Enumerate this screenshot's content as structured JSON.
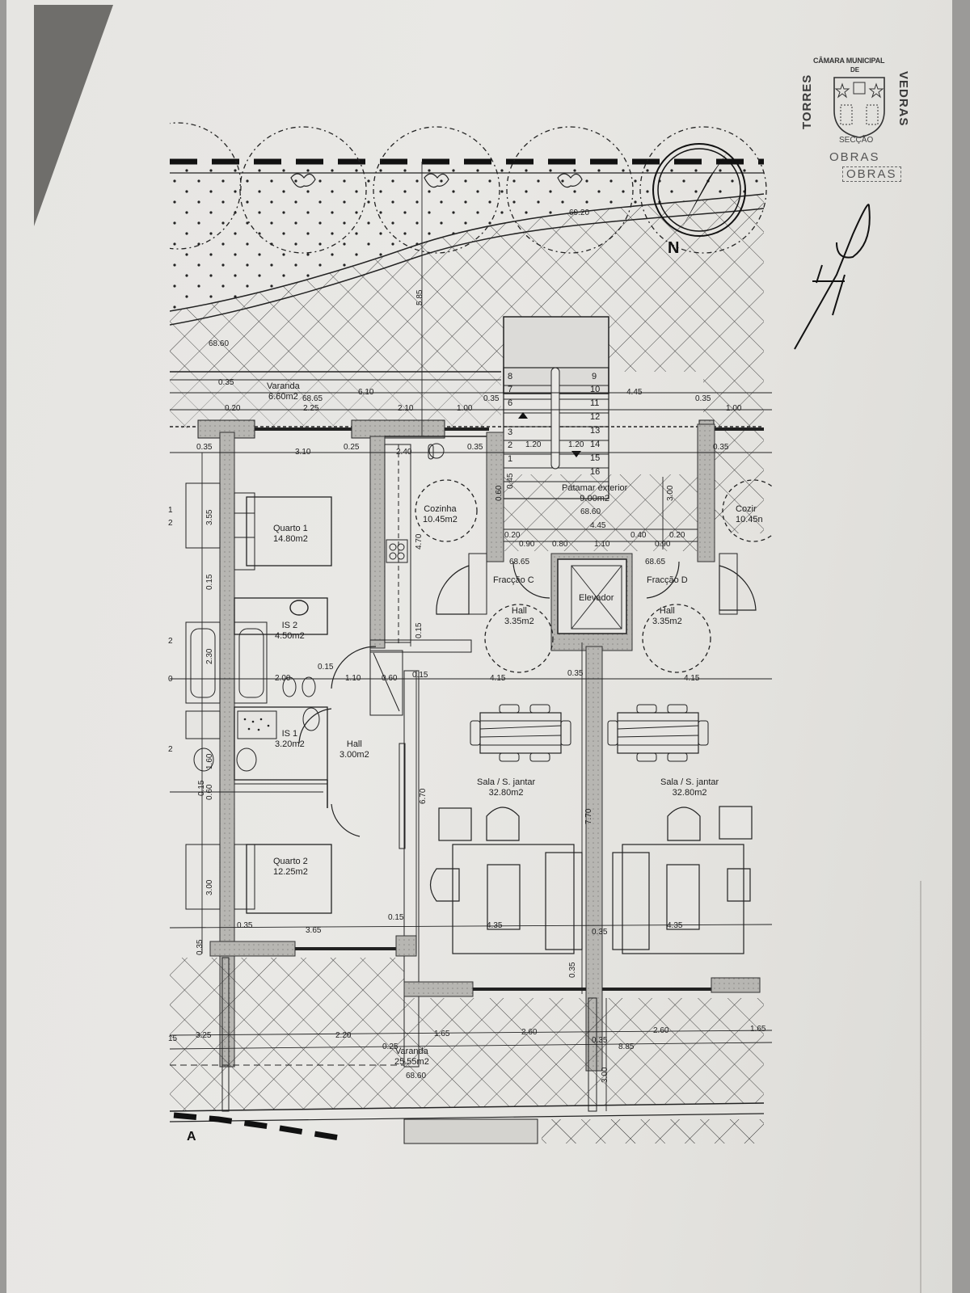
{
  "document": {
    "type": "architectural floor plan (photograph of printed sheet)",
    "stamp": {
      "top_line": "CÂMARA MUNICIPAL",
      "de": "DE",
      "left_vertical": "TORRES",
      "right_vertical": "VEDRAS",
      "center": "SECÇÃO",
      "line1": "OBRAS",
      "line2": "OBRAS"
    },
    "north_label": "N",
    "section_marker": "A",
    "site": {
      "elevation_top_curve": "69.20",
      "elevation_garden": "68.60",
      "vertical_dimension": "5.85"
    },
    "rooms": {
      "varanda_top": {
        "name": "Varanda",
        "area": "6.60m2",
        "level": "68.65"
      },
      "quarto1": {
        "name": "Quarto 1",
        "area": "14.80m2"
      },
      "cozinha": {
        "name": "Cozinha",
        "area": "10.45m2"
      },
      "cozinha_d": {
        "name": "Cozir",
        "area": "10.45n"
      },
      "is2": {
        "name": "IS 2",
        "area": "4.50m2"
      },
      "is1": {
        "name": "IS 1",
        "area": "3.20m2"
      },
      "hall_main": {
        "name": "Hall",
        "area": "3.00m2"
      },
      "quarto2": {
        "name": "Quarto 2",
        "area": "12.25m2"
      },
      "patamar": {
        "name": "Patamar exterior",
        "area": "9.00m2",
        "level": "68.60"
      },
      "fraccao_c": {
        "name": "Fracção C",
        "level": "68.65"
      },
      "fraccao_d": {
        "name": "Fracção D",
        "level": "68.65"
      },
      "elevador": {
        "name": "Elevador"
      },
      "hall_c": {
        "name": "Hall",
        "area": "3.35m2"
      },
      "hall_d": {
        "name": "Hall",
        "area": "3.35m2"
      },
      "sala_c": {
        "name": "Sala / S. jantar",
        "area": "32.80m2"
      },
      "sala_d": {
        "name": "Sala / S. jantar",
        "area": "32.80m2"
      },
      "varanda_bottom": {
        "name": "Varanda",
        "area": "25.55m2",
        "level": "68.60"
      }
    },
    "stairs": {
      "left_steps": [
        "8",
        "7",
        "6",
        "3",
        "2",
        "1"
      ],
      "right_steps": [
        "9",
        "10",
        "11",
        "12",
        "13",
        "14",
        "15",
        "16"
      ],
      "widths": [
        "1.20",
        "1.20"
      ]
    },
    "dimensions": {
      "top_row": [
        "0.35",
        "2.25",
        "6.10",
        "2.10",
        "1.00",
        "0.35",
        "4.45",
        "0.35",
        "1.00"
      ],
      "top_small": [
        "0.20",
        "0.90",
        "0.35"
      ],
      "row2": [
        "0.35",
        "3.10",
        "0.25",
        "2.40",
        "0.35",
        "0.35"
      ],
      "vertical_left": [
        "3.55",
        "0.15",
        "2.30",
        "1.60",
        "0.15",
        "0.60",
        "3.00",
        "0.35"
      ],
      "vertical_mid": [
        "4.70",
        "0.15",
        "0.45",
        "0.60",
        "3.00",
        "6.70",
        "7.70"
      ],
      "patamar_row": [
        "4.45",
        "0.20",
        "0.90",
        "0.80",
        "1.10",
        "0.40",
        "0.90",
        "0.20"
      ],
      "row_mid": [
        "2.00",
        "0.15",
        "1.10",
        "0.60",
        "0.15",
        "4.15",
        "0.35",
        "4.15"
      ],
      "row_low": [
        "0.35",
        "3.65",
        "0.15",
        "4.35",
        "0.35",
        "4.35"
      ],
      "bottom_row": [
        "3.25",
        "2.20",
        "0.25",
        "1.65",
        "2.60",
        "0.35",
        "2.60",
        "1.65"
      ],
      "bottom_total": "8.85",
      "bottom_vertical": [
        "0.35",
        "3.00"
      ],
      "left_edge_marks": [
        "1",
        "2",
        "2",
        "2",
        "0",
        "15"
      ]
    }
  }
}
